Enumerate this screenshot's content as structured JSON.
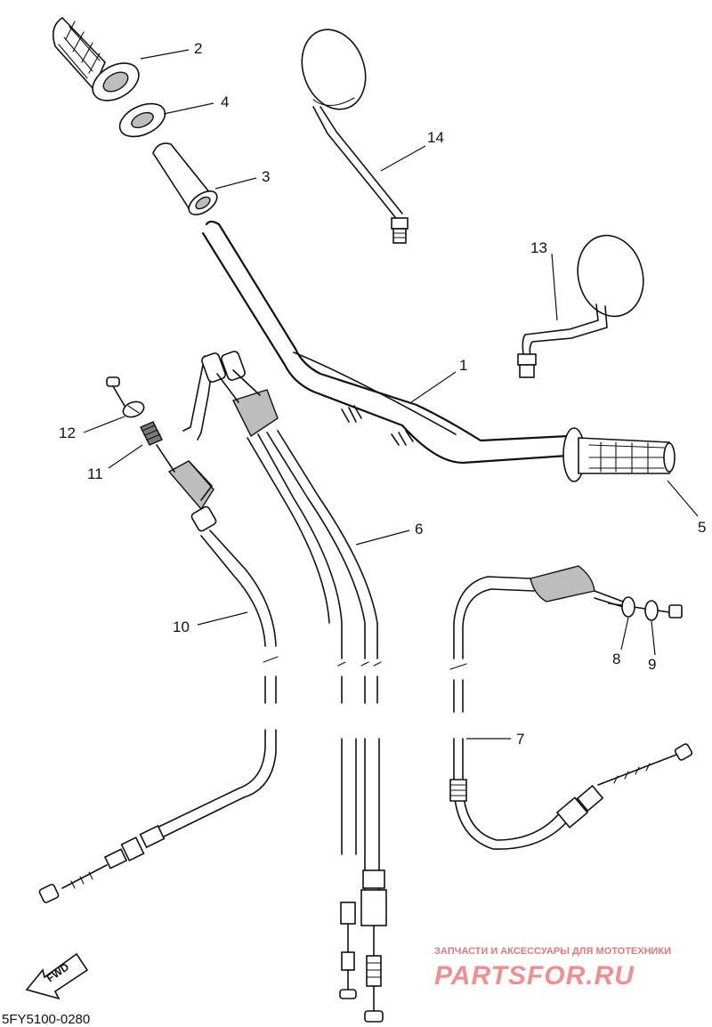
{
  "diagram": {
    "callouts": [
      {
        "id": "1",
        "label": "1"
      },
      {
        "id": "2",
        "label": "2"
      },
      {
        "id": "3",
        "label": "3"
      },
      {
        "id": "4",
        "label": "4"
      },
      {
        "id": "5",
        "label": "5"
      },
      {
        "id": "6",
        "label": "6"
      },
      {
        "id": "7",
        "label": "7"
      },
      {
        "id": "8",
        "label": "8"
      },
      {
        "id": "9",
        "label": "9"
      },
      {
        "id": "10",
        "label": "10"
      },
      {
        "id": "11",
        "label": "11"
      },
      {
        "id": "12",
        "label": "12"
      },
      {
        "id": "13",
        "label": "13"
      },
      {
        "id": "14",
        "label": "14"
      }
    ],
    "direction_label": "FWD",
    "diagram_code": "5FY5100-0280"
  },
  "watermark": {
    "tagline": "ЗАПЧАСТИ И АКСЕССУАРЫ ДЛЯ МОТОТЕХНИКИ",
    "brand": "PARTSFOR.RU",
    "color": "#ef8f8f"
  }
}
